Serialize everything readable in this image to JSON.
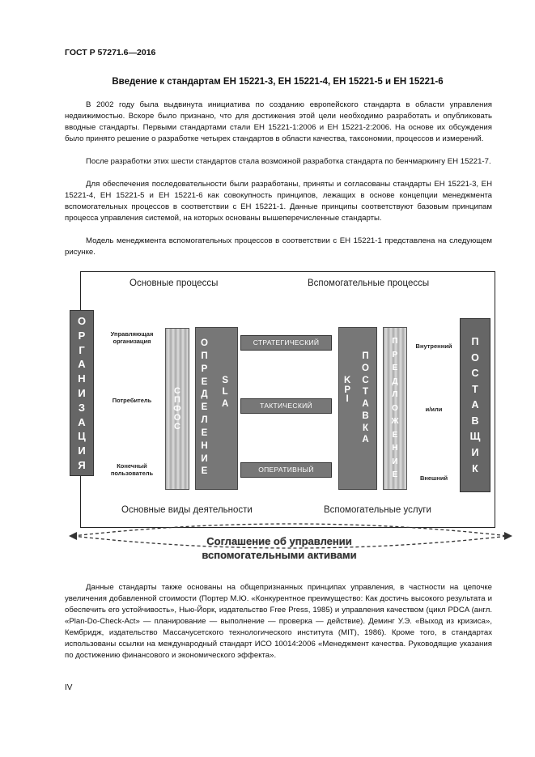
{
  "header": "ГОСТ Р 57271.6—2016",
  "title": "Введение к стандартам ЕН 15221-3, ЕН 15221-4, ЕН 15221-5 и ЕН 15221-6",
  "paragraphs": [
    "В 2002 году была выдвинута инициатива по созданию европейского стандарта в области управления недвижимостью. Вскоре было признано, что для достижения этой цели необходимо разработать и опубликовать вводные стандарты. Первыми стандартами стали ЕН 15221-1:2006 и ЕН 15221-2:2006. На основе их обсуждения было принято решение о разработке четырех стандартов в области качества, таксономии, процессов и измерений.",
    "После разработки этих шести стандартов стала возможной разработка стандарта по бенчмаркингу ЕН 15221-7.",
    "Для обеспечения последовательности были разработаны, приняты и согласованы стандарты ЕН 15221-3, ЕН 15221-4, ЕН 15221-5 и ЕН 15221-6 как совокупность принципов, лежащих в основе концепции менеджмента вспомогательных процессов в соответствии с ЕН 15221-1. Данные принципы соответствуют базовым принципам процесса управления системой, на которых основаны вышеперечисленные стандарты.",
    "Модель менеджмента вспомогательных процессов в соответствии с ЕН 15221-1 представлена на следующем рисунке.",
    "Данные стандарты также основаны на общепризнанных принципах управления, в частности на цепочке увеличения добавленной стоимости (Портер М.Ю. «Конкурентное преимущество: Как достичь высокого результата и обеспечить его устойчивость», Нью-Йорк, издательство Free Press, 1985) и управления качеством (цикл PDCA (англ. «Plan-Do-Check-Act» — планирование — выполнение — проверка — действие). Деминг У.Э. «Выход из кризиса», Кембридж, издательство Массачусетского технологического института (MIT), 1986). Кроме того, в стандартах использованы ссылки на международный стандарт ИСО 10014:2006 «Менеджмент качества. Руководящие указания по достижению финансового и экономического эффекта»."
  ],
  "diagram": {
    "top_left": "Основные процессы",
    "top_right": "Вспомогательные процессы",
    "bottom_left": "Основные виды деятельности",
    "bottom_right": "Вспомогательные услуги",
    "left_block": "ОРГАНИЗАЦИЯ",
    "right_block": "ПОСТАВЩИК",
    "left_labels": [
      "Управляющая организация",
      "Потребитель",
      "Конечный пользователь"
    ],
    "right_labels": [
      "Внутренний",
      "и/или",
      "Внешний"
    ],
    "col_sfos": "СПФОС",
    "col_opredelenie": "ОПРЕДЕЛЕНИЕ",
    "col_sla": "SLA",
    "col_kpi": "KPI",
    "col_postavka": "ПОСТАВКА",
    "col_predlozhenie": "ПРЕДЛОЖЕНИЕ",
    "levels": [
      "СТРАТЕГИЧЕСКИЙ",
      "ТАКТИЧЕСКИЙ",
      "ОПЕРАТИВНЫЙ"
    ],
    "agreement_line1": "Соглашение об управлении",
    "agreement_line2": "вспомогательными активами"
  },
  "page_number": "IV"
}
